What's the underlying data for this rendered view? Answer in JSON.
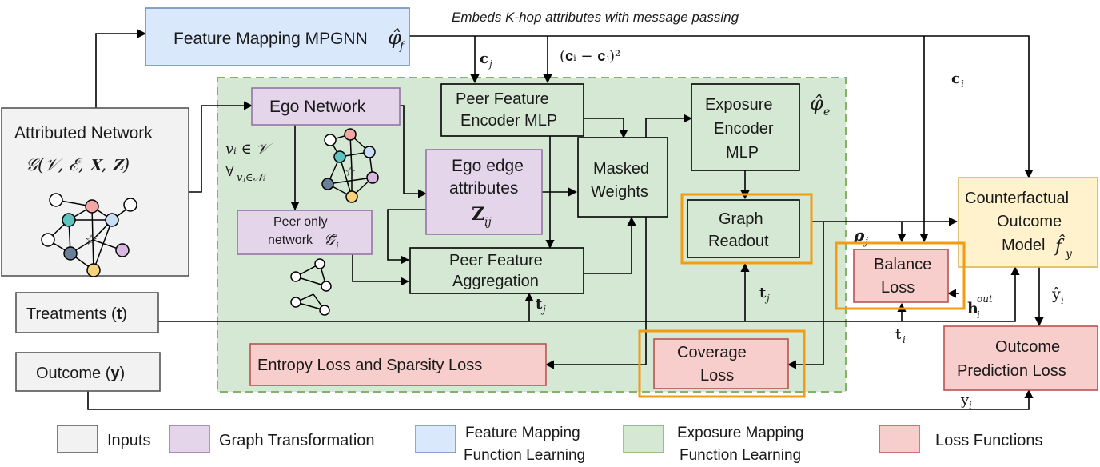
{
  "top_caption": "Embeds K-hop attributes with message passing",
  "feature_mapping": {
    "label": "Feature Mapping MPGNN",
    "symbol": "φ̂",
    "subscript": "f"
  },
  "attributed_network": {
    "line1": "Attributed Network",
    "line2": "𝒢(𝒱, ℰ, 𝐗, 𝐙)"
  },
  "ego_network": "Ego Network",
  "ego_conditions": {
    "line1": "vᵢ ∈ 𝒱",
    "line2": "∀",
    "line2_sub": "vⱼ∈𝒩ᵢ"
  },
  "ego_edge_attributes": {
    "line1": "Ego edge",
    "line2": "attributes",
    "line3": "𝐙",
    "line3_sub": "ij"
  },
  "peer_only_network": {
    "line1": "Peer only",
    "line2": "network",
    "symbol": "𝒢̄",
    "symbol_sub": "i"
  },
  "peer_feature_encoder": {
    "line1": "Peer Feature",
    "line2": "Encoder MLP"
  },
  "masked_weights": {
    "line1": "Masked",
    "line2": "Weights"
  },
  "exposure_encoder": {
    "line1": "Exposure",
    "line2": "Encoder",
    "line3": "MLP"
  },
  "phi_e": {
    "symbol": "φ̂",
    "subscript": "e"
  },
  "graph_readout": {
    "line1": "Graph",
    "line2": "Readout"
  },
  "peer_feature_aggregation": {
    "line1": "Peer Feature",
    "line2": "Aggregation"
  },
  "counterfactual_model": {
    "line1": "Counterfactual",
    "line2": "Outcome",
    "line3": "Model",
    "symbol": "f̂",
    "symbol_sub": "y"
  },
  "balance_loss": {
    "line1": "Balance",
    "line2": "Loss"
  },
  "coverage_loss": {
    "line1": "Coverage",
    "line2": "Loss"
  },
  "entropy_loss": "Entropy Loss and Sparsity Loss",
  "outcome_prediction_loss": {
    "line1": "Outcome",
    "line2": "Prediction Loss"
  },
  "treatments": {
    "label": "Treatments (",
    "bold": "t",
    "close": ")"
  },
  "outcome": {
    "label": "Outcome (",
    "bold": "y",
    "close": ")"
  },
  "edge_labels": {
    "cj": "𝐜",
    "cj_sub": "j",
    "ci_minus_cj": "(𝐜ᵢ − 𝐜ⱼ)²",
    "ci": "𝐜",
    "ci_sub": "i",
    "rho": "ρ",
    "rho_sub": "j",
    "tj": "𝐭",
    "tj_sub": "j",
    "ti": "t",
    "ti_sub": "i",
    "hout": "𝐡",
    "hout_sub": "i",
    "hout_sup": "out",
    "yhat": "ŷ",
    "yhat_sub": "i",
    "yi": "y",
    "yi_sub": "i"
  },
  "legend": [
    {
      "label": "Inputs",
      "fill": "#f2f2f2",
      "stroke": "#555555"
    },
    {
      "label": "Graph Transformation",
      "fill": "#e4d5ea",
      "stroke": "#9674a6"
    },
    {
      "line1": "Feature Mapping",
      "line2": "Function Learning",
      "fill": "#dae8fc",
      "stroke": "#6c8ebf"
    },
    {
      "line1": "Exposure Mapping",
      "line2": "Function Learning",
      "fill": "#d5e8d4",
      "stroke": "#82b366"
    },
    {
      "label": "Loss Functions",
      "fill": "#f8cecc",
      "stroke": "#b85450"
    }
  ],
  "colors": {
    "input_fill": "#f2f2f2",
    "purple_fill": "#e4d5ea",
    "blue_fill": "#dae8fc",
    "green_fill": "#d5e8d4",
    "green_region": "#d5e8d4",
    "red_fill": "#f8cecc",
    "yellow_fill": "#fff2cc",
    "highlight": "#f39c12"
  }
}
